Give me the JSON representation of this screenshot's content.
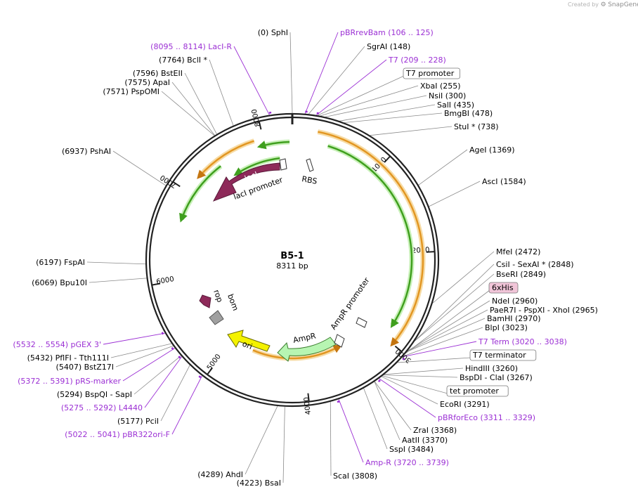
{
  "watermark": {
    "created_by": "Created by",
    "brand": "SnapGene"
  },
  "plasmid": {
    "name": "B5-1",
    "size_label": "8311 bp",
    "length": 8311
  },
  "colors": {
    "backbone": "#222222",
    "primer": "#9b2fd4",
    "orf": "#8e2a5a",
    "orf_outline": "#5a1a3a",
    "marker": "#b7f5b2",
    "marker_stroke": "#3b7d2e",
    "ori": "#f4f200",
    "ori_stroke": "#6b6b00",
    "green_arc": "#3f9f1e",
    "orange_arc": "#e29622",
    "misc": "#bfbfbf"
  },
  "ticks": [
    {
      "pos": 1000,
      "label": "1000"
    },
    {
      "pos": 2000,
      "label": "2000"
    },
    {
      "pos": 3000,
      "label": "3000"
    },
    {
      "pos": 4000,
      "label": "4000"
    },
    {
      "pos": 5000,
      "label": "5000"
    },
    {
      "pos": 6000,
      "label": "6000"
    },
    {
      "pos": 7000,
      "label": "7000"
    },
    {
      "pos": 8000,
      "label": "8000"
    }
  ],
  "sites": [
    {
      "text": "(0)  SphI",
      "pos": 0
    },
    {
      "text": "SgrAI    (148)",
      "pos": 148
    },
    {
      "text": "XbaI    (255)",
      "pos": 255
    },
    {
      "text": "NsiI    (300)",
      "pos": 300
    },
    {
      "text": "SalI    (435)",
      "pos": 435
    },
    {
      "text": "BmgBI    (478)",
      "pos": 478
    },
    {
      "text": "StuI *    (738)",
      "pos": 738
    },
    {
      "text": "AgeI    (1369)",
      "pos": 1369
    },
    {
      "text": "AscI    (1584)",
      "pos": 1584
    },
    {
      "text": "MfeI    (2472)",
      "pos": 2472
    },
    {
      "text": "CsiI  - SexAI *    (2848)",
      "pos": 2848
    },
    {
      "text": "BseRI    (2849)",
      "pos": 2849
    },
    {
      "text": "NdeI    (2960)",
      "pos": 2960
    },
    {
      "text": "PaeR7I  - PspXI  - XhoI    (2965)",
      "pos": 2965
    },
    {
      "text": "BamHI    (2970)",
      "pos": 2970
    },
    {
      "text": "BlpI    (3023)",
      "pos": 3023
    },
    {
      "text": "HindIII    (3260)",
      "pos": 3260
    },
    {
      "text": "BspDI  - ClaI    (3267)",
      "pos": 3267
    },
    {
      "text": "EcoRI    (3291)",
      "pos": 3291
    },
    {
      "text": "ZraI    (3368)",
      "pos": 3368
    },
    {
      "text": "AatII    (3370)",
      "pos": 3370
    },
    {
      "text": "SspI    (3484)",
      "pos": 3484
    },
    {
      "text": "ScaI    (3808)",
      "pos": 3808
    },
    {
      "text": "(4223)  BsaI",
      "pos": 4223
    },
    {
      "text": "(4289)  AhdI",
      "pos": 4289
    },
    {
      "text": "(5177)  PciI",
      "pos": 5177
    },
    {
      "text": "(5294)  BspQI  - SapI",
      "pos": 5294
    },
    {
      "text": "(5407)  BstZ17I",
      "pos": 5407
    },
    {
      "text": "(5432)  PflFI  - Tth111I",
      "pos": 5432
    },
    {
      "text": "(6069)  Bpu10I",
      "pos": 6069
    },
    {
      "text": "(6197)  FspAI",
      "pos": 6197
    },
    {
      "text": "(6937)  PshAI",
      "pos": 6937
    },
    {
      "text": "(7571)  PspOMI",
      "pos": 7571
    },
    {
      "text": "(7575)  ApaI",
      "pos": 7575
    },
    {
      "text": "(7596)  BstEII",
      "pos": 7596
    },
    {
      "text": "(7764)  BclI *",
      "pos": 7764
    }
  ],
  "primers": [
    {
      "text": "pBRrevBam    (106 .. 125)",
      "pos": 115
    },
    {
      "text": "T7    (209 .. 228)",
      "pos": 218
    },
    {
      "text": "T7 Term    (3020 .. 3038)",
      "pos": 3029
    },
    {
      "text": "pBRforEco    (3311 .. 3329)",
      "pos": 3320
    },
    {
      "text": "Amp-R    (3720 .. 3739)",
      "pos": 3730
    },
    {
      "text": "(5022 .. 5041)  pBR322ori-F",
      "pos": 5031
    },
    {
      "text": "(5275 .. 5292)  L4440",
      "pos": 5283
    },
    {
      "text": "(5372 .. 5391)  pRS-marker",
      "pos": 5381
    },
    {
      "text": "(5532 .. 5554)  pGEX 3'",
      "pos": 5543
    },
    {
      "text": "(8095 .. 8114)  LacI-R",
      "pos": 8104
    }
  ],
  "boxed_features": [
    {
      "text": "T7 promoter",
      "pos": 230,
      "highlight": false
    },
    {
      "text": "6xHis",
      "pos": 2985,
      "highlight": true
    },
    {
      "text": "T7 terminator",
      "pos": 3100,
      "highlight": false
    },
    {
      "text": "tet promoter",
      "pos": 3280,
      "highlight": false
    }
  ],
  "inner_features": {
    "lacI": "lacI",
    "lacI_promoter": "lacI promoter",
    "rbs": "RBS",
    "ampr": "AmpR",
    "ampr_promoter": "AmpR promoter",
    "ori": "ori",
    "rop": "rop",
    "bom": "bom"
  }
}
